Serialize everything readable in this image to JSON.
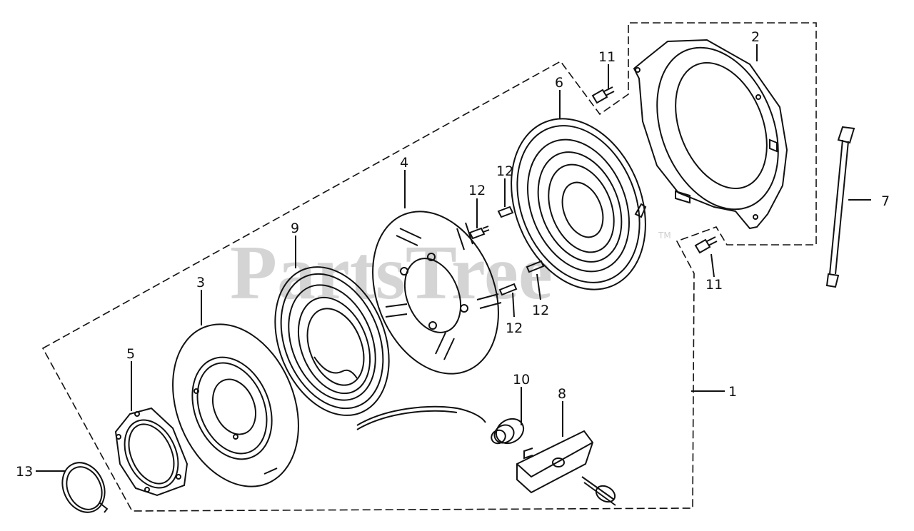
{
  "watermark": {
    "text": "PartsTree",
    "mark": "TM",
    "color": "#d4d4d4"
  },
  "callouts": {
    "c1": "1",
    "c2": "2",
    "c3": "3",
    "c4": "4",
    "c5": "5",
    "c6": "6",
    "c7": "7",
    "c8": "8",
    "c9": "9",
    "c10": "10",
    "c11a": "11",
    "c11b": "11",
    "c12a": "12",
    "c12b": "12",
    "c12c": "12",
    "c12d": "12",
    "c13": "13"
  },
  "line_color": "#111111"
}
